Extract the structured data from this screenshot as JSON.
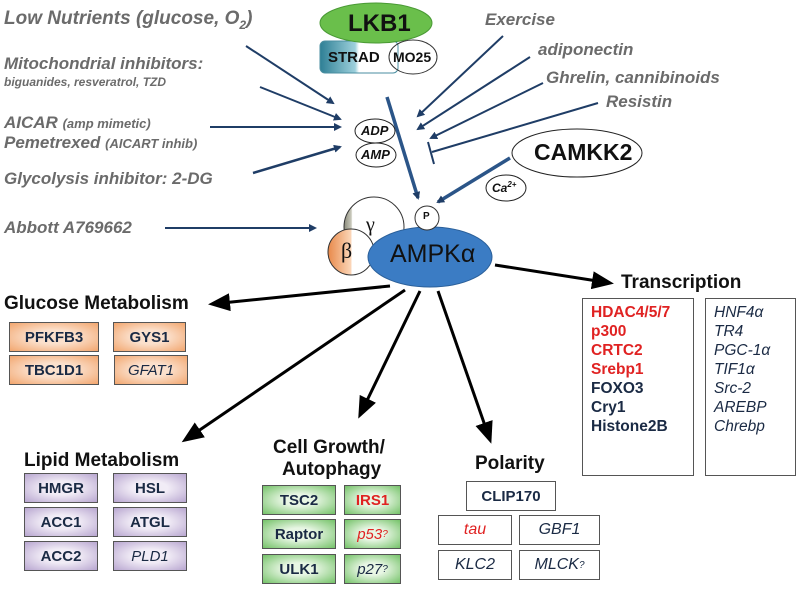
{
  "kinases": {
    "lkb1": "LKB1",
    "strad": "STRAD",
    "mo25": "MO25",
    "camkk2": "CAMKK2",
    "ca": "Ca",
    "ca_sup": "2+"
  },
  "nucleotides": {
    "adp": "ADP",
    "amp": "AMP"
  },
  "complex": {
    "alpha": "AMPKα",
    "beta": "β",
    "gamma": "γ",
    "phospho": "P"
  },
  "inputs_left": {
    "low_nutrients": "Low Nutrients (glucose, O",
    "low_nutrients_sub": "2",
    "low_nutrients_end": ")",
    "mito": "Mitochondrial inhibitors:",
    "mito_sub": "biguanides, resveratrol, TZD",
    "aicar": "AICAR",
    "aicar_note": "(amp mimetic)",
    "pemetrexed": "Pemetrexed",
    "pemetrexed_note": "(AICART inhib)",
    "glycolysis": "Glycolysis inhibitor: 2-DG",
    "abbott": "Abbott A769662"
  },
  "inputs_right": {
    "exercise": "Exercise",
    "adiponectin": "adiponectin",
    "ghrelin": "Ghrelin, cannibinoids",
    "resistin": "Resistin"
  },
  "glucose": {
    "title": "Glucose Metabolism",
    "items": [
      {
        "label": "PFKFB3",
        "italic": false
      },
      {
        "label": "GYS1",
        "italic": false
      },
      {
        "label": "TBC1D1",
        "italic": false
      },
      {
        "label": "GFAT1",
        "italic": true
      }
    ]
  },
  "lipid": {
    "title": "Lipid Metabolism",
    "items": [
      {
        "label": "HMGR"
      },
      {
        "label": "HSL"
      },
      {
        "label": "ACC1"
      },
      {
        "label": "ATGL"
      },
      {
        "label": "ACC2"
      },
      {
        "label": "PLD1"
      }
    ]
  },
  "growth": {
    "title_line1": "Cell Growth/",
    "title_line2": "Autophagy",
    "items": [
      {
        "label": "TSC2"
      },
      {
        "label": "IRS1"
      },
      {
        "label": "Raptor"
      },
      {
        "label": "p53",
        "suffix": "?"
      },
      {
        "label": "ULK1"
      },
      {
        "label": "p27",
        "suffix": "?"
      }
    ]
  },
  "polarity": {
    "title": "Polarity",
    "items": [
      {
        "label": "CLIP170"
      },
      {
        "label": "tau"
      },
      {
        "label": "GBF1"
      },
      {
        "label": "KLC2"
      },
      {
        "label": "MLCK",
        "suffix": "?"
      }
    ]
  },
  "transcription": {
    "title": "Transcription",
    "left": [
      {
        "label": "HDAC4/5/7",
        "color": "#e02222"
      },
      {
        "label": "p300",
        "color": "#e02222"
      },
      {
        "label": "CRTC2",
        "color": "#e02222"
      },
      {
        "label": "Srebp1",
        "color": "#e02222"
      },
      {
        "label": "FOXO3",
        "color": "#1a2a44"
      },
      {
        "label": "Cry1",
        "color": "#1a2a44"
      },
      {
        "label": "Histone2B",
        "color": "#1a2a44"
      }
    ],
    "right": [
      "HNF4α",
      "TR4",
      "PGC-1α",
      "TIF1α",
      "Src-2",
      "AREBP",
      "Chrebp"
    ]
  },
  "colors": {
    "lkb1_green": "#6abf4b",
    "ampk_blue": "#3b7cc4",
    "arrow_navy": "#1f3d66",
    "arrow_black": "#000000",
    "red_text": "#e02222"
  }
}
